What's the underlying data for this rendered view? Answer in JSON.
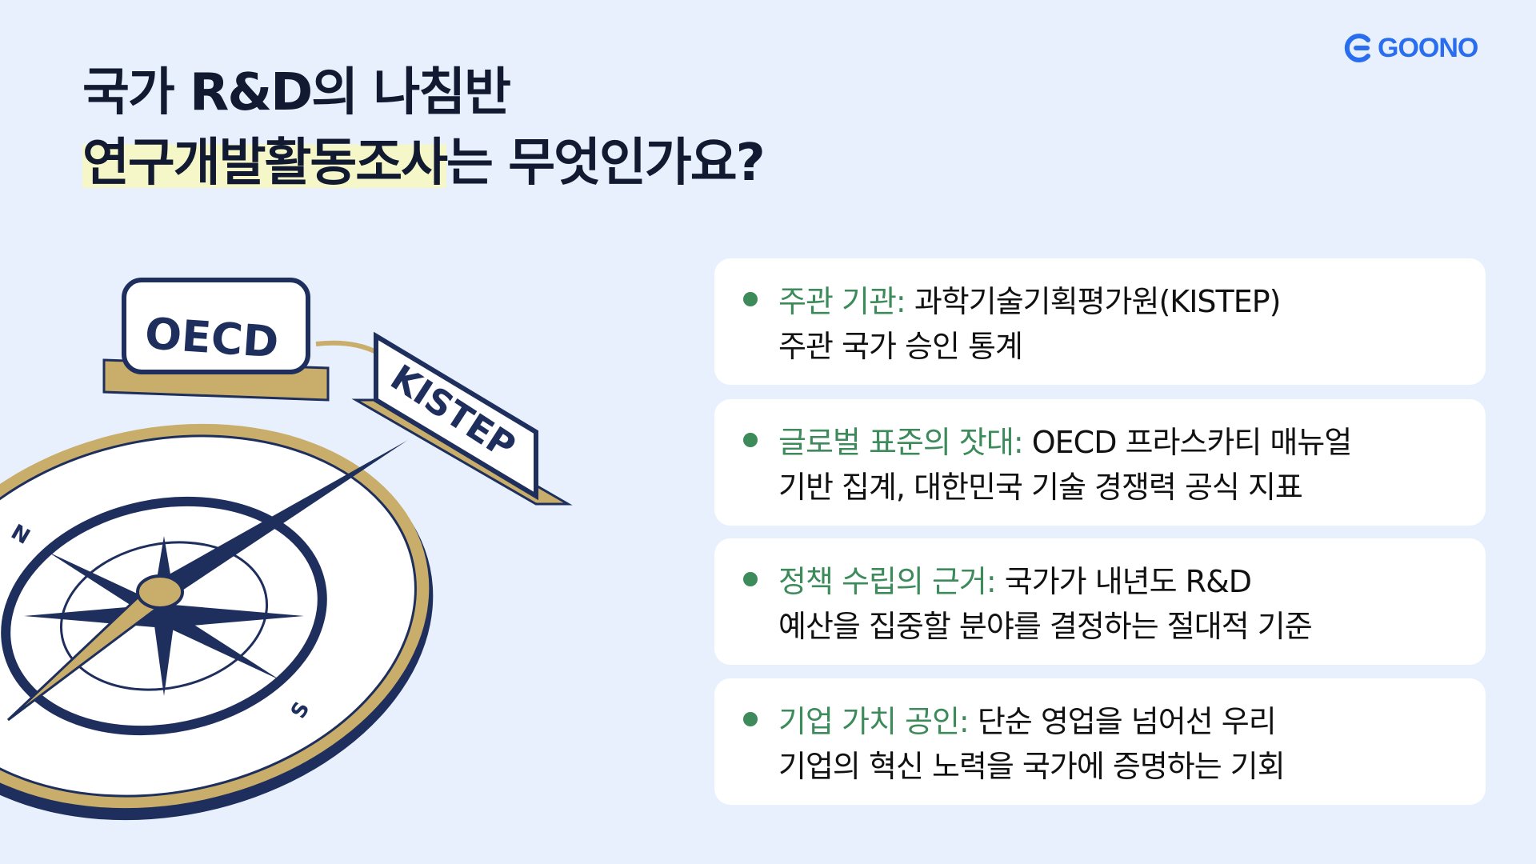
{
  "brand": {
    "logo_text": "GOONO",
    "color": "#2a6ef0"
  },
  "title": {
    "line1": "국가 R&D의 나침반",
    "line2_highlight": "연구개발활동조사",
    "line2_rest": "는 무엇인가요?"
  },
  "illustration": {
    "sign1": "OECD",
    "sign2": "KISTEP",
    "compass_n": "N",
    "compass_s": "S"
  },
  "cards": [
    {
      "label": "주관 기관:",
      "text1": " 과학기술기획평가원(KISTEP)",
      "text2": "주관 국가 승인 통계"
    },
    {
      "label": "글로벌 표준의 잣대:",
      "text1": " OECD 프라스카티 매뉴얼",
      "text2": "기반 집계, 대한민국 기술 경쟁력 공식 지표"
    },
    {
      "label": "정책 수립의 근거:",
      "text1": " 국가가 내년도 R&D",
      "text2": "예산을 집중할 분야를 결정하는 절대적 기준"
    },
    {
      "label": "기업 가치 공인:",
      "text1": " 단순 영업을 넘어선 우리",
      "text2": "기업의 혁신 노력을 국가에 증명하는 기회"
    }
  ],
  "colors": {
    "accent": "#3d8a5a",
    "navy": "#1e2f5e",
    "gold": "#c9ad6a",
    "bg": "#e8f0fd"
  }
}
